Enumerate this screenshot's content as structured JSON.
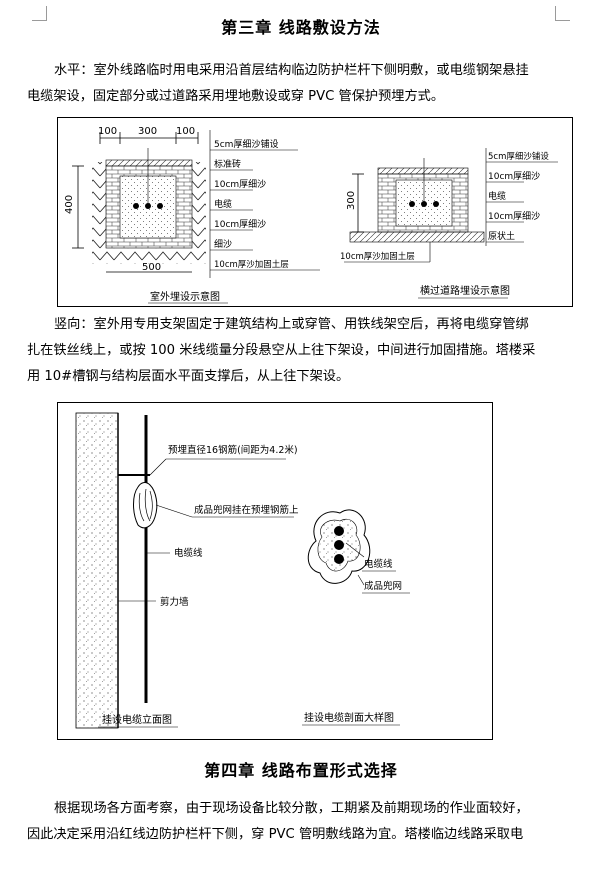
{
  "chapter3": {
    "title": "第三章 线路敷设方法",
    "horizontal": {
      "lines": [
        "水平：室外线路临时用电采用沿首层结构临边防护栏杆下侧明敷，或电缆钢架悬挂",
        "电缆架设，固定部分或过道路采用埋地敷设或穿 PVC 管保护预埋方式。"
      ]
    },
    "figure1": {
      "dims_left": [
        "100",
        "300",
        "100"
      ],
      "dim_400": "400",
      "dim_500": "500",
      "labels_left": [
        "5cm厚细沙铺设",
        "标准砖",
        "10cm厚细沙",
        "电缆",
        "10cm厚细沙",
        "细沙",
        "10cm厚沙加固土层"
      ],
      "caption_left": "室外埋设示意图",
      "dim_300": "300",
      "labels_right": [
        "5cm厚细沙铺设",
        "10cm厚细沙",
        "电缆",
        "10cm厚细沙",
        "原状土"
      ],
      "label_right_bottom": "10cm厚沙加固土层",
      "caption_right": "横过道路埋设示意图"
    },
    "vertical": {
      "lines": [
        "竖向：室外用专用支架固定于建筑结构上或穿管、用铁线架空后，再将电缆穿管绑",
        "扎在铁丝线上，或按 100 米线缆量分段悬空从上往下架设，中间进行加固措施。塔楼采",
        "用 10#槽钢与结构层面水平面支撑后，从上往下架设。"
      ]
    },
    "figure2": {
      "label_rebar": "预埋直径16钢筋(间距为4.2米)",
      "label_net_hang": "成品兜网挂在预埋钢筋上",
      "label_cable": "电缆线",
      "label_wall": "剪力墙",
      "caption_left": "挂设电缆立面图",
      "label_cable2": "电缆线",
      "label_net": "成品兜网",
      "caption_right": "挂设电缆剖面大样图"
    }
  },
  "chapter4": {
    "title": "第四章 线路布置形式选择",
    "lines": [
      "根据现场各方面考察，由于现场设备比较分散，工期紧及前期现场的作业面较好，",
      "因此决定采用沿红线边防护栏杆下侧，穿 PVC 管明敷线路为宜。塔楼临边线路采取电"
    ]
  }
}
